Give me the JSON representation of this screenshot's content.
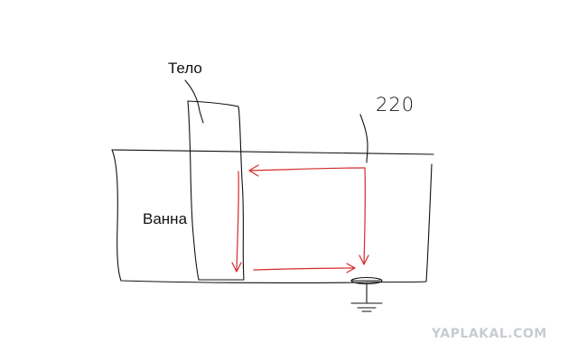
{
  "labels": {
    "body": "Тело",
    "bath": "Ванна",
    "voltage": "220"
  },
  "watermark": "YAPLAKAL.COM",
  "colors": {
    "sketch": "#111111",
    "current_path": "#d42a2a",
    "watermark": "#c7ccd3"
  },
  "icons": {
    "ground": "ground-symbol"
  }
}
